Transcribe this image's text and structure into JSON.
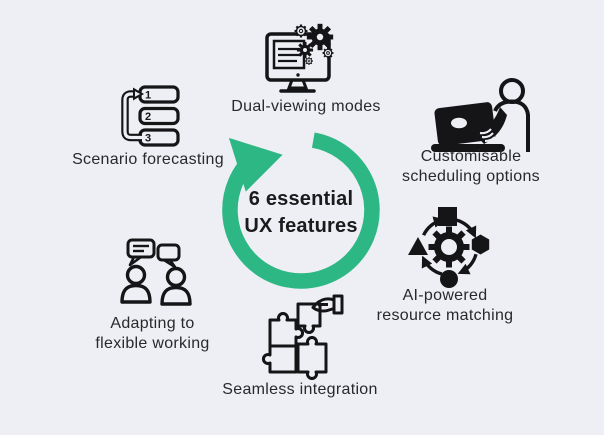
{
  "canvas": {
    "background": "#edeff4",
    "accent_green": "#2db784",
    "ink": "#1d1d1f",
    "title": "6 essential UX features infographic"
  },
  "center_badge": {
    "line1": "6 essential",
    "line2": "UX features",
    "icon": "circular-arrow"
  },
  "features": {
    "dual_viewing": {
      "label": "Dual-viewing modes",
      "icon": "monitor-gears-icon"
    },
    "customisable": {
      "line1": "Customisable",
      "line2": "scheduling options",
      "icon": "person-laptop-icon"
    },
    "ai_matching": {
      "line1": "AI-powered",
      "line2": "resource matching",
      "icon": "shapes-cycle-gear-icon"
    },
    "seamless": {
      "label": "Seamless integration",
      "icon": "puzzle-hand-icon"
    },
    "adapting": {
      "line1": "Adapting to",
      "line2": "flexible working",
      "icon": "people-chat-icon"
    },
    "scenario": {
      "label": "Scenario forecasting",
      "icon": "numbered-list-loop-icon",
      "steps": [
        "1",
        "2",
        "3"
      ]
    }
  }
}
